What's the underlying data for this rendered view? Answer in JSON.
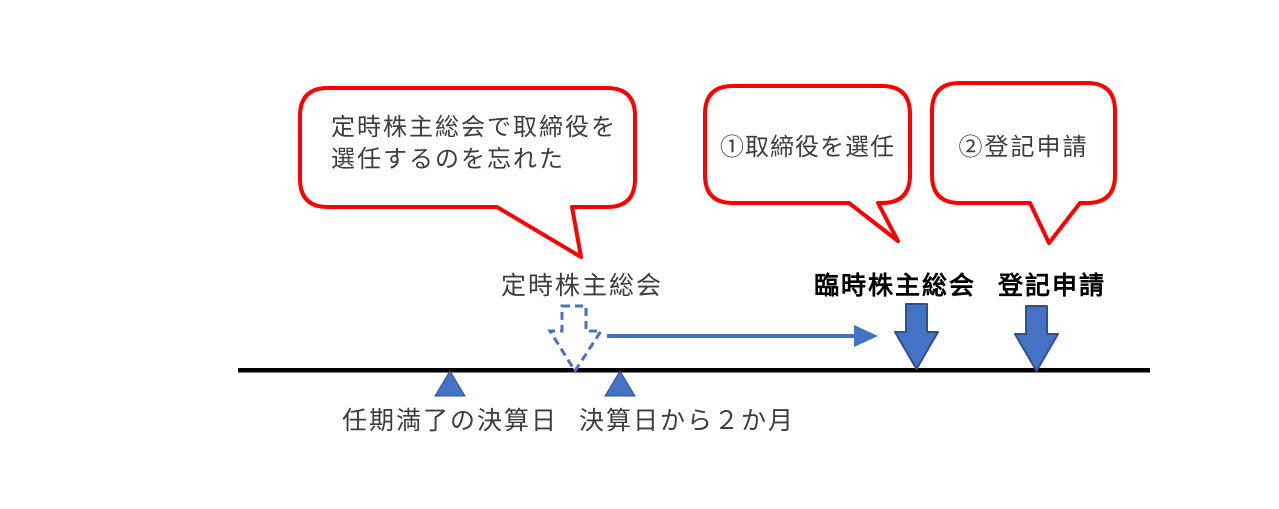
{
  "bubbles": [
    {
      "name": "forgot-to-elect",
      "lines": [
        "定時株主総会で取締役を",
        "選任するのを忘れた"
      ]
    },
    {
      "name": "step1",
      "lines": [
        "①取締役を選任"
      ]
    },
    {
      "name": "step2",
      "lines": [
        "②登記申請"
      ]
    }
  ],
  "timeline": {
    "events": [
      {
        "label": "定時株主総会",
        "bold": false
      },
      {
        "label": "臨時株主総会",
        "bold": true
      },
      {
        "label": "登記申請",
        "bold": true
      }
    ],
    "markers": [
      {
        "label": "任期満了の決算日"
      },
      {
        "label": "決算日から２か月"
      }
    ]
  },
  "icons": {
    "dashed_down_arrow": "down-block-arrow-dashed-outline",
    "solid_down_arrow": "down-block-arrow-solid",
    "elapsed_time_arrow": "right-arrow",
    "timeline_marker": "up-triangle"
  },
  "colors": {
    "bubble_border": "#FF0000",
    "arrow_blue": "#4472C4",
    "arrow_border_blue": "#2F528F",
    "timeline_black": "#000000",
    "text_gray": "#3D3D3D"
  }
}
